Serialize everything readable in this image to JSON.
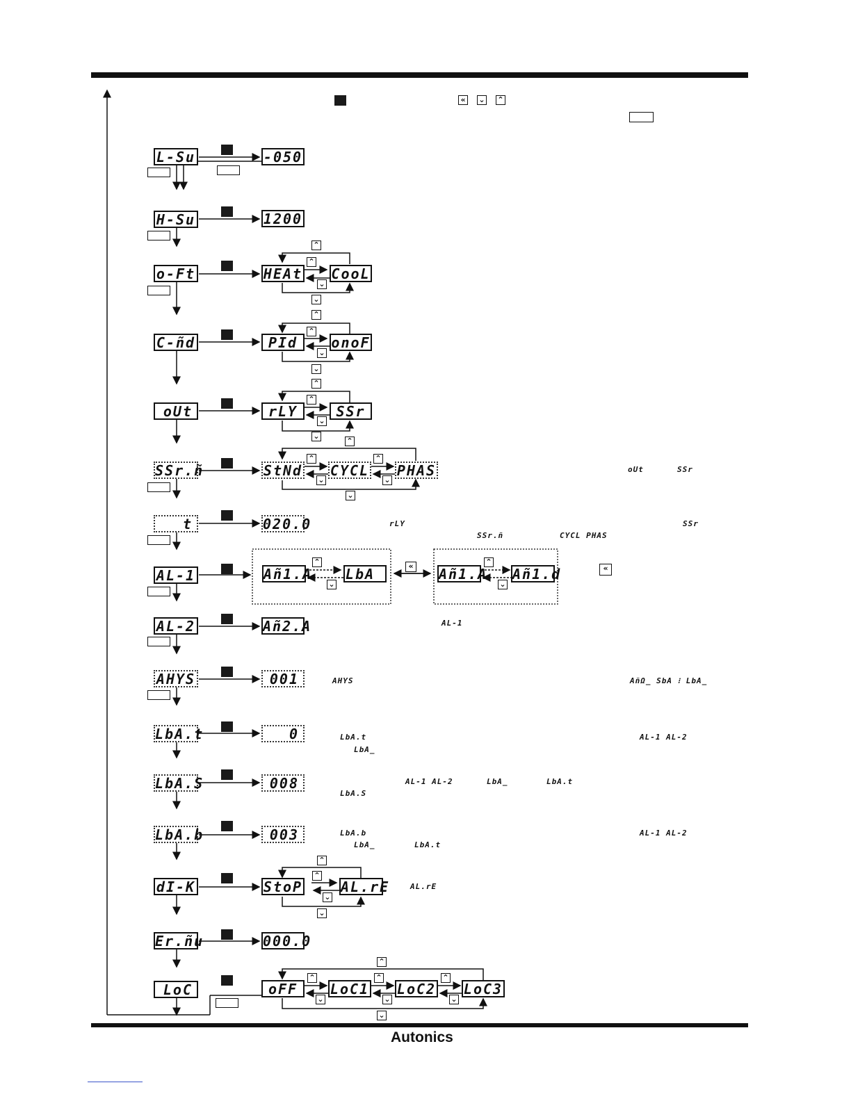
{
  "params": [
    {
      "label": "L-Su"
    },
    {
      "label": "H-Su"
    },
    {
      "label": "o-Ft"
    },
    {
      "label": "C-ñd"
    },
    {
      "label": "oUt"
    },
    {
      "label": "SSr.ñ"
    },
    {
      "label": "t"
    },
    {
      "label": "AL-1"
    },
    {
      "label": "AL-2"
    },
    {
      "label": "AHYS"
    },
    {
      "label": "LbA.t"
    },
    {
      "label": "LbA.S"
    },
    {
      "label": "LbA.b"
    },
    {
      "label": "dI-K"
    },
    {
      "label": "Er.ñu"
    },
    {
      "label": "LoC"
    }
  ],
  "values": {
    "lsv": "-050",
    "hsv": "1200",
    "oft": [
      "HEAt",
      "CooL"
    ],
    "cmd": [
      "PId",
      "onoF"
    ],
    "out": [
      "rLY",
      "SSr"
    ],
    "ssrm": [
      "StNd",
      "CYCL",
      "PHAS"
    ],
    "t": "020.0",
    "al1": [
      "Añ1.A",
      "LbA_",
      "Añ1.A",
      "Añ1.d"
    ],
    "al2": "Añ2.A",
    "ahys": "001",
    "lbat": "0",
    "lbas": "008",
    "lbab": "003",
    "dik": [
      "StoP",
      "AL.rE"
    ],
    "ernu": "000.0",
    "loc": [
      "oFF",
      "LoC1",
      "LoC2",
      "LoC3"
    ]
  },
  "notes": {
    "ssrm_1": "oUt",
    "ssrm_2": "SSr",
    "t_1": "rLY",
    "t_2": "SSr",
    "t_3": "SSr.ñ",
    "t_4": "CYCL PHAS",
    "al2_ref": "AL-1",
    "ahys_1": "AHYS",
    "ahys_2": "AñΩ_ SbA ⁝ LbA_",
    "lbat_1": "LbA.t",
    "lbat_2": "AL-1 AL-2",
    "lbat_3": "LbA_",
    "lbas_1": "AL-1 AL-2",
    "lbas_2": "LbA_",
    "lbas_3": "LbA.t",
    "lbas_4": "LbA.S",
    "lbab_1": "LbA.b",
    "lbab_2": "AL-1 AL-2",
    "lbab_3": "LbA_",
    "lbab_4": "LbA.t",
    "dik_1": "AL.rE"
  },
  "icons": {
    "up": "double-up-arrow-icon",
    "down": "double-down-arrow-icon",
    "left": "double-left-arrow-icon",
    "set": "set-key-icon",
    "mode": "mode-key-icon"
  },
  "brand": "Autonics"
}
